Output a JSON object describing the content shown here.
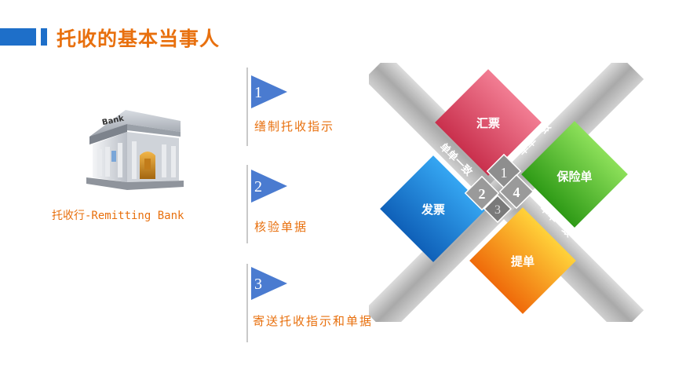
{
  "header": {
    "title": "托收的基本当事人"
  },
  "bank": {
    "sign": "Bank",
    "label": "托收行-Remitting Bank"
  },
  "steps": [
    {
      "num": "1",
      "label": "缮制托收指示"
    },
    {
      "num": "2",
      "label": "核验单据"
    },
    {
      "num": "3",
      "label": "寄送托收指示和单据"
    }
  ],
  "diagram": {
    "tiles": {
      "top": "汇票",
      "right": "保险单",
      "left": "发票",
      "bottom": "提单"
    },
    "centers": [
      "1",
      "2",
      "3",
      "4"
    ],
    "band_labels": [
      "单单一致",
      "单单一致",
      "单单一致"
    ],
    "colors": {
      "top": "#e8506a",
      "right": "#4fb82c",
      "left": "#1a7fd4",
      "bottom": "#f49a0a"
    }
  }
}
